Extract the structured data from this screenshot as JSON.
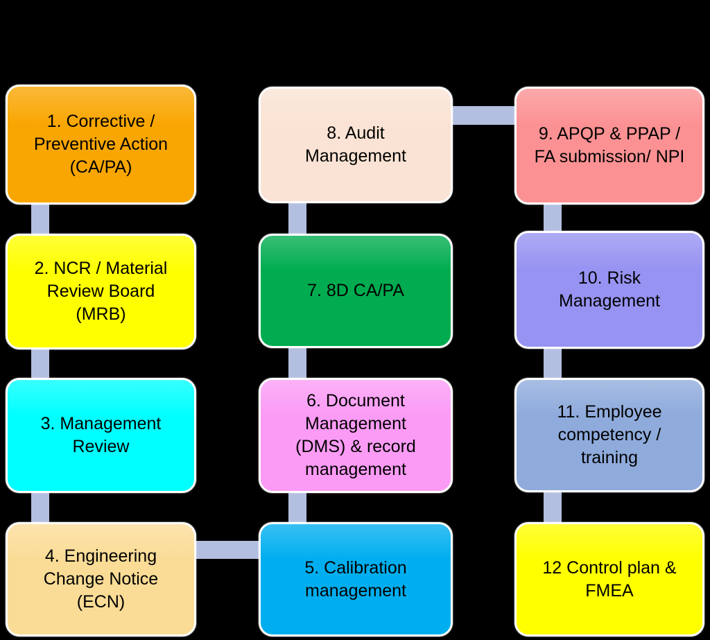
{
  "diagram": {
    "background_color": "#000000",
    "connector_color": "#B3BFE0",
    "box_border_color": "#FFFFFF",
    "text_color": "#000000",
    "boxes": [
      {
        "id": "1",
        "label": "1. Corrective /\nPreventive Action\n(CA/PA)",
        "color": "#F9A602"
      },
      {
        "id": "2",
        "label": "2. NCR / Material\nReview Board\n(MRB)",
        "color": "#FFFF00"
      },
      {
        "id": "3",
        "label": "3. Management\nReview",
        "color": "#00FFFF"
      },
      {
        "id": "4",
        "label": "4. Engineering\nChange Notice\n(ECN)",
        "color": "#FADC96"
      },
      {
        "id": "5",
        "label": "5. Calibration\nmanagement",
        "color": "#00AEEF"
      },
      {
        "id": "6",
        "label": "6. Document\nManagement\n(DMS) & record\nmanagement",
        "color": "#FB9BF5"
      },
      {
        "id": "7",
        "label": "7. 8D CA/PA",
        "color": "#00AC4F"
      },
      {
        "id": "8",
        "label": "8. Audit\nManagement",
        "color": "#FAE3D4"
      },
      {
        "id": "9",
        "label": "9. APQP & PPAP /\nFA submission/ NPI",
        "color": "#FC9193"
      },
      {
        "id": "10",
        "label": "10. Risk\nManagement",
        "color": "#9793F2"
      },
      {
        "id": "11",
        "label": "11. Employee\ncompetency /\ntraining",
        "color": "#8FABDC"
      },
      {
        "id": "12",
        "label": "12 Control plan &\nFMEA",
        "color": "#FFFF00"
      }
    ],
    "connections": [
      "1-2",
      "2-3",
      "3-4",
      "4-5",
      "5-6",
      "6-7",
      "7-8",
      "8-9",
      "9-10",
      "10-11",
      "11-12"
    ]
  }
}
